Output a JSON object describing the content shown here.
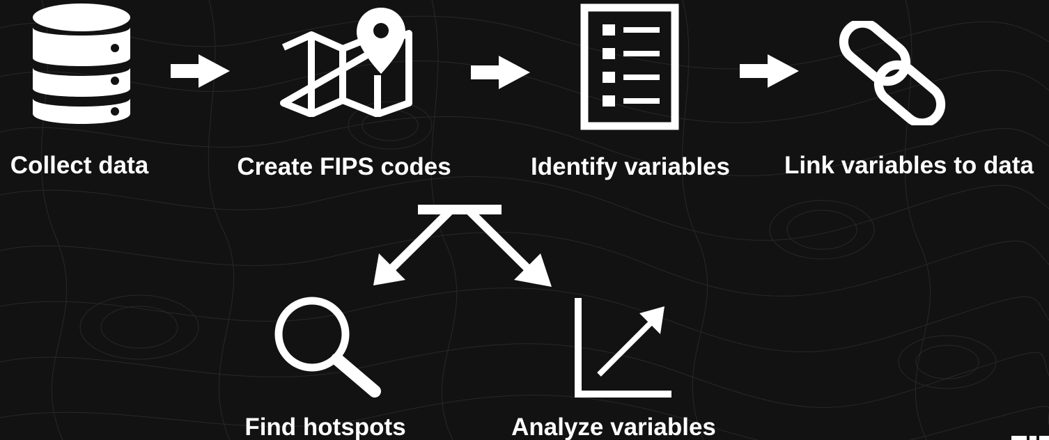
{
  "steps": {
    "collect": {
      "label": "Collect data",
      "icon": "database-icon"
    },
    "fips": {
      "label": "Create FIPS codes",
      "icon": "map-pin-icon"
    },
    "identify": {
      "label": "Identify variables",
      "icon": "checklist-icon"
    },
    "link": {
      "label": "Link variables to data",
      "icon": "chain-link-icon"
    },
    "hotspots": {
      "label": "Find hotspots",
      "icon": "magnifier-icon"
    },
    "analyze": {
      "label": "Analyze variables",
      "icon": "trend-chart-icon"
    }
  },
  "colors": {
    "background": "#121212",
    "foreground": "#ffffff",
    "contour": "#3a3a3a"
  }
}
